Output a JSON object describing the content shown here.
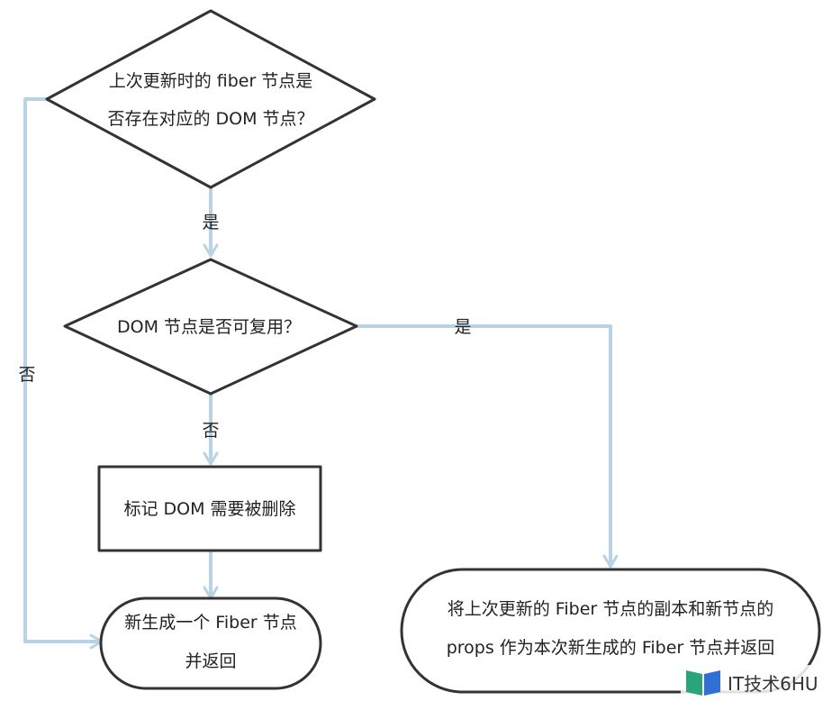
{
  "nodes": {
    "d1_line1": "上次更新时的 fiber 节点是",
    "d1_line2": "否存在对应的 DOM 节点？",
    "d2": "DOM 节点是否可复用？",
    "mark": "标记 DOM 需要被删除",
    "t1_line1": "新生成一个 Fiber 节点",
    "t1_line2": "并返回",
    "t2_line1": "将上次更新的 Fiber 节点的副本和新节点的",
    "t2_line2": "props 作为本次新生成的 Fiber 节点并返回"
  },
  "edges": {
    "d1_yes": "是",
    "d1_no": "否",
    "d2_yes": "是",
    "d2_no": "否"
  },
  "watermark": {
    "text": "IT技术6HU",
    "icon": "book-logo-icon"
  },
  "colors": {
    "stroke": "#333333",
    "arrow": "#b9d3e6",
    "text": "#222222",
    "logo_green": "#2aa57a",
    "logo_blue": "#2f6fd6"
  }
}
